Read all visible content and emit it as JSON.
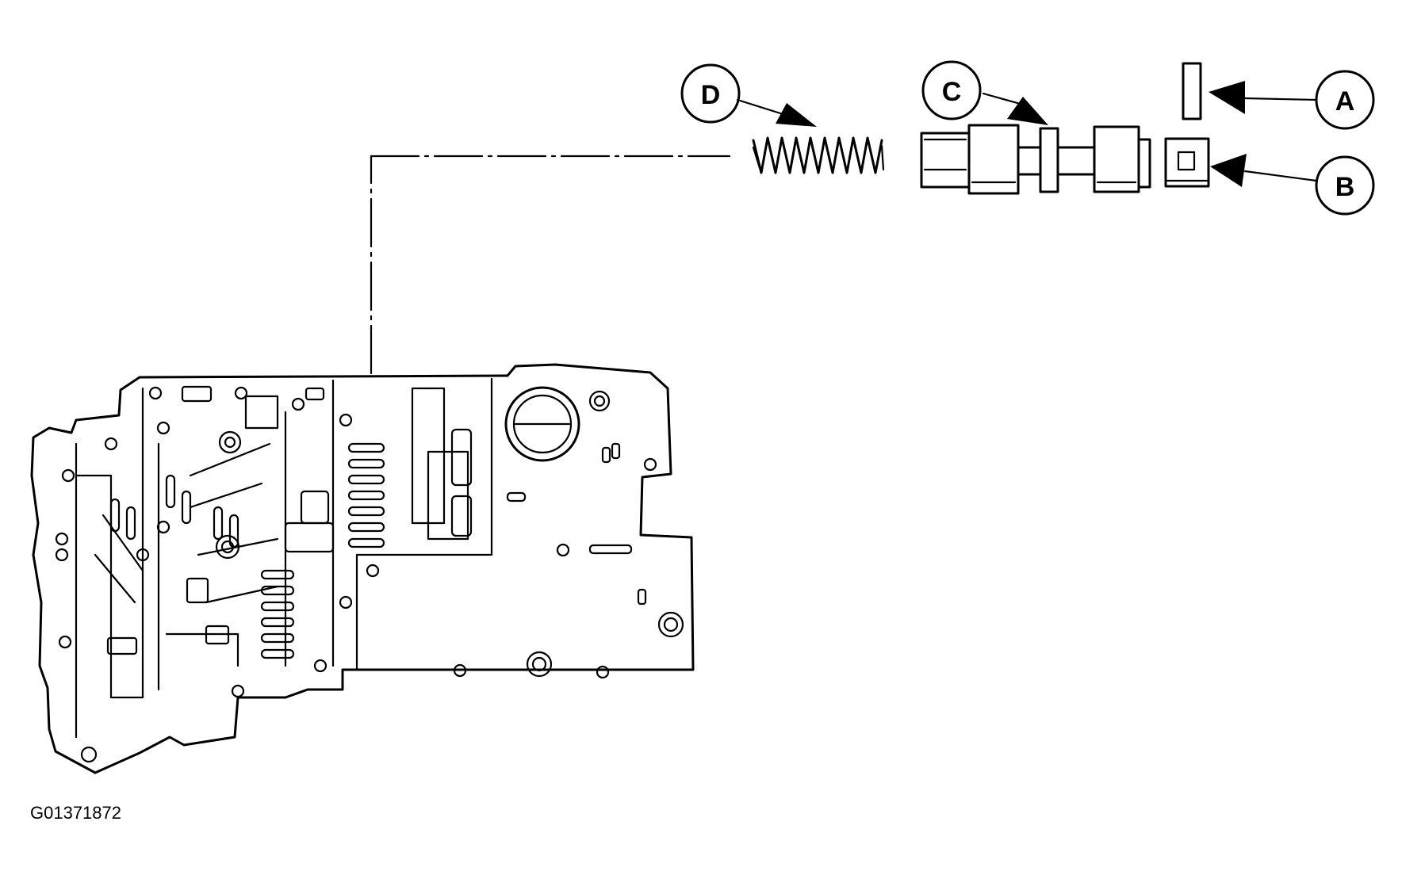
{
  "callouts": {
    "a": "A",
    "b": "B",
    "c": "C",
    "d": "D"
  },
  "figure_code": "G01371872",
  "colors": {
    "ink": "#000000",
    "paper": "#ffffff"
  }
}
